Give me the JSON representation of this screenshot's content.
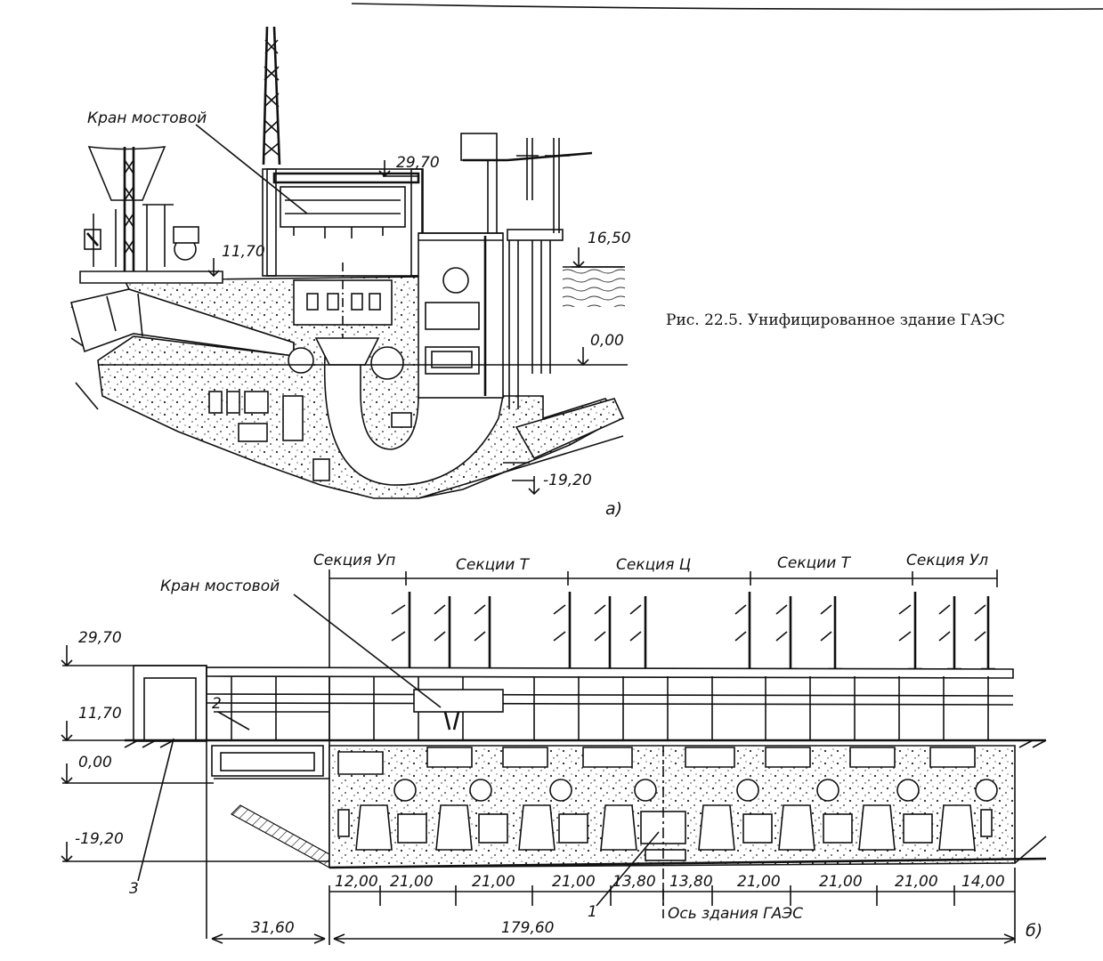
{
  "caption": "Рис. 22.5. Унифицированное здание ГАЭС",
  "view_a": {
    "crane_label": "Кран мостовой",
    "elevations": [
      "29,70",
      "16,50",
      "11,70",
      "0,00",
      "-19,20"
    ],
    "panel_letter": "а)"
  },
  "view_b": {
    "crane_label": "Кран мостовой",
    "sections": [
      "Секция Уп",
      "Секции Т",
      "Секция Ц",
      "Секции Т",
      "Секция Ул"
    ],
    "elevations": [
      "29,70",
      "11,70",
      "0,00",
      "-19,20"
    ],
    "dimensions": [
      "12,00",
      "21,00",
      "21,00",
      "21,00",
      "13,80",
      "13,80",
      "21,00",
      "21,00",
      "21,00",
      "14,00"
    ],
    "total_dimensions": [
      "31,60",
      "179,60"
    ],
    "axis_label": "Ось здания ГАЭС",
    "callouts": [
      "1",
      "2",
      "3"
    ],
    "panel_letter": "б)"
  }
}
